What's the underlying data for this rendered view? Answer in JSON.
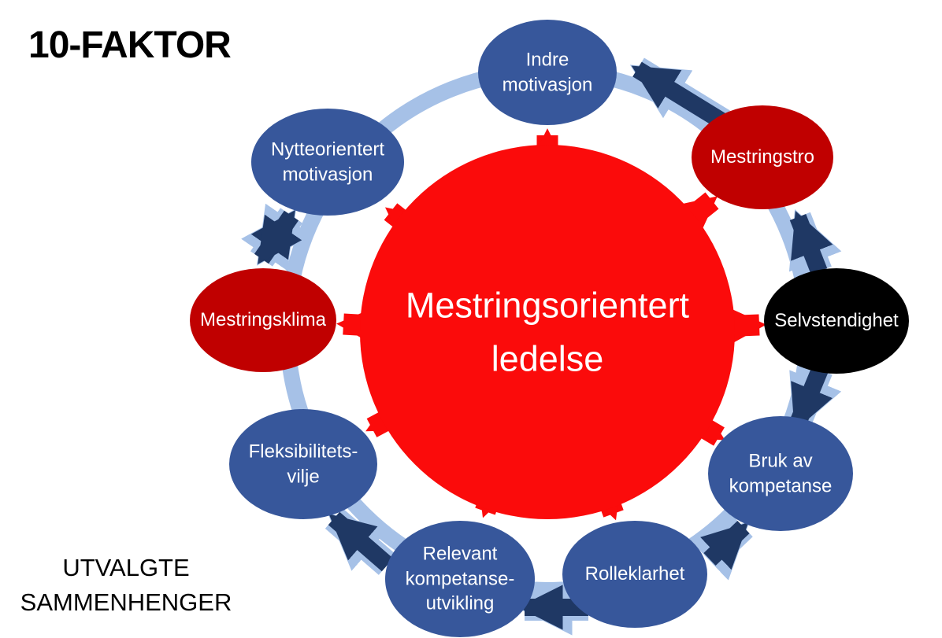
{
  "title": "10-FAKTOR",
  "footer": "UTVALGTE\nSAMMENHENGER",
  "center": {
    "label": "Mestringsorientert\nledelse",
    "color": "#FB0B0B",
    "text_color": "#FFFFFF"
  },
  "ring_color": "#A6C1E7",
  "arrow_colors": {
    "radial": "#FB0B0B",
    "ring_arrow": "#1F3864",
    "ring_arrow_casing": "#A6C1E7"
  },
  "factor_palette": {
    "blue": "#37579B",
    "dark_red": "#C00000",
    "black": "#000000"
  },
  "factors": [
    {
      "label": "Indre\nmotivasjon",
      "color": "#37579B"
    },
    {
      "label": "Mestringstro",
      "color": "#C00000"
    },
    {
      "label": "Selvstendighet",
      "color": "#000000"
    },
    {
      "label": "Bruk av\nkompetanse",
      "color": "#37579B"
    },
    {
      "label": "Rolleklarhet",
      "color": "#37579B"
    },
    {
      "label": "Relevant\nkompetanse-\nutvikling",
      "color": "#37579B"
    },
    {
      "label": "Fleksibilitets-\nvilje",
      "color": "#37579B"
    },
    {
      "label": "Mestringsklima",
      "color": "#C00000"
    },
    {
      "label": "Nytteorientert\nmotivasjon",
      "color": "#37579B"
    }
  ],
  "relationships": [
    {
      "from": "Mestringsorientert ledelse",
      "to": "all factors",
      "type": "radial"
    },
    {
      "from": "Mestringstro",
      "to": "Indre motivasjon",
      "bidirectional": false
    },
    {
      "from": "Selvstendighet",
      "to": "Mestringstro",
      "bidirectional": false
    },
    {
      "from": "Selvstendighet",
      "to": "Bruk av kompetanse",
      "bidirectional": false
    },
    {
      "from": "Rolleklarhet",
      "to": "Bruk av kompetanse",
      "bidirectional": false
    },
    {
      "from": "Rolleklarhet",
      "to": "Relevant kompetanse-utvikling",
      "bidirectional": false
    },
    {
      "from": "Relevant kompetanse-utvikling",
      "to": "Fleksibilitets-vilje",
      "bidirectional": false
    },
    {
      "from": "Mestringsklima",
      "to": "Nytteorientert motivasjon",
      "bidirectional": true
    }
  ]
}
